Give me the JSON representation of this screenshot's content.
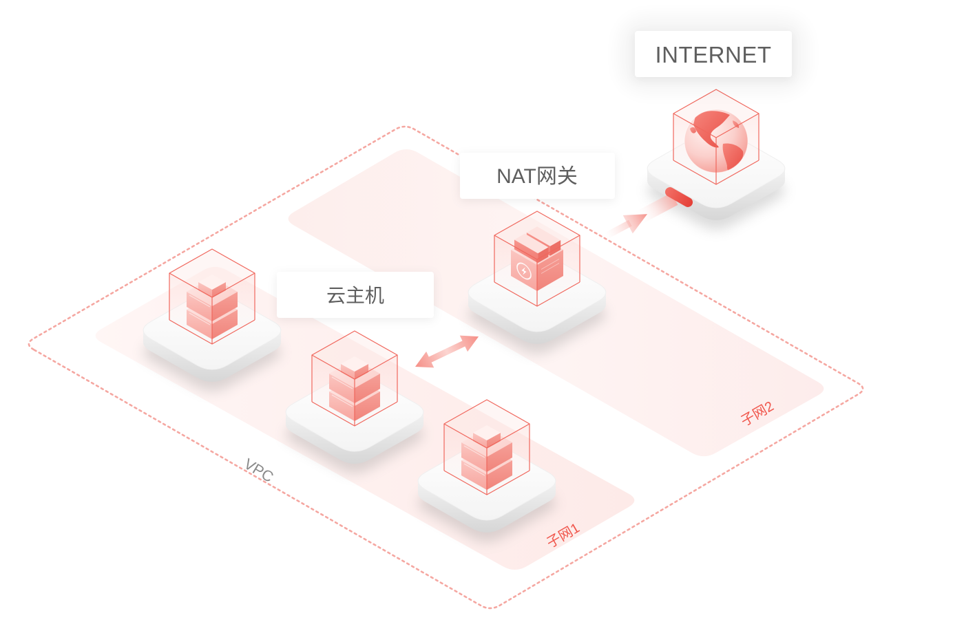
{
  "diagram": {
    "internet_label": "INTERNET",
    "nat_label": "NAT网关",
    "host_label": "云主机",
    "vpc_label": "VPC",
    "subnet1_label": "子网1",
    "subnet2_label": "子网2"
  },
  "icons": {
    "internet": "globe-icon",
    "nat_gateway": "nat-gateway-icon",
    "cloud_host": "server-icon",
    "link": "double-arrow-icon",
    "egress": "arrow-up-right-icon"
  },
  "colors": {
    "accent": "#f0564c",
    "wireframe": "#f0675d",
    "dashed_border": "#f5a7a1",
    "subnet_fill": "#fdeeed",
    "label_text": "#5e5e5e"
  }
}
